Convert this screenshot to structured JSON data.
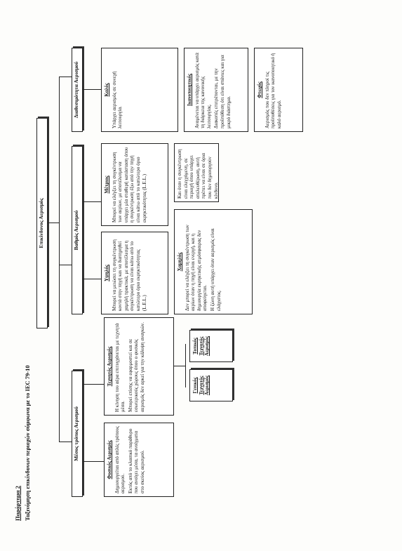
{
  "annex_label": "Παράρτημα 2",
  "document_title": "Ταξινόμηση επικίνδυνων περιοχών σύμφωνα με το IEC 79-10",
  "root": {
    "label": "Επικίνδυνος Αερισμός"
  },
  "columns": [
    {
      "header": "Μέσος τρόπος Αερισμού",
      "boxes": [
        {
          "title": "Φυσικός Αερισμός",
          "lines": [
            "Δημιουργείται από απλές τρόπους αερισμού.",
            "Εκτός από το κλασικό παράθυρο που ανοίγει μέσα, τα ανοίγματα στο σκεύος αερισμού."
          ]
        },
        {
          "title": "Τεχνητός Αερισμός",
          "lines": [
            "Η κίνηση του αέρα επιτυγχάνεται με τεχνητά μέσα.",
            "Μπορεί επίσης να εφαρμοστεί και σε εσωτερικούς χώρους όπου ο φυσικός αερισμός δεν αρκεί για την κάλυψη αναγκών."
          ]
        },
        {
          "title": "Γενικός Τεχνητός Αερισμός",
          "lines": []
        },
        {
          "title": "Τοπικός Τεχνητός Αερισμός",
          "lines": []
        }
      ]
    },
    {
      "header": "Βαθμός Αερισμού",
      "boxes": [
        {
          "title": "Υψηλός",
          "lines": [
            "Μπορεί να μειώσει τη συγκέντρωση κοντά στην πηγή και να διατηρηθεί χαμηλή πρακτικά, με αποτέλεσμα η συγκέντρωση να είναι κάτω από το κατώτερο όριο εκρηκτικότητας (L.E.L.)"
          ]
        },
        {
          "title": "Μέτριος",
          "lines": [
            "Μπορεί να ελέγξει τη συγκέντρωση των αερίων, με αποτέλεσμα να υπάρχει μία σταθερή κατάσταση όπου η συγκέντρωση έξω από την πηγή είναι κάτω από το κατώτερο όριο εκρηκτικότητας (L.E.L.)"
          ]
        },
        {
          "title": "",
          "lines": [
            "Και όταν η συγκέντρωση είναι ελεγχόμενη, σε περιοχή όπου υπάρχει απελευθέρωση, αυτή πρέπει να είναι σε όρια που δεν δημιουργούν κίνδυνο."
          ]
        },
        {
          "title": "Χαμηλός",
          "lines": [
            "Δεν μπορεί να ελέγξει τη συγκέντρωση των αερίων όταν η πηγή είναι ενεργή, και η δημιουργία εκρηκτικής ατμόσφαιρας δεν αποφεύγεται.",
            "Η ζώνη αυτή υπάρχει όταν αερισμός είναι ελάχιστος."
          ]
        }
      ]
    },
    {
      "header": "Διαθεσιμότητα Αερισμού",
      "boxes": [
        {
          "title": "Καλός",
          "lines": [
            "Υπάρχει αερισμός σε συνεχή λειτουργία."
          ]
        },
        {
          "title": "Ικανοποιητικός",
          "lines": [
            "Αναμένεται να υπάρχει αερισμός κατά τη διάρκεια της κανονικής λειτουργίας.",
            "Διακοπές επιτρέπονται, με την προϋπόθεση ότι είναι σπάνιες και για μικρό διάστημα."
          ]
        },
        {
          "title": "Φτωχός",
          "lines": [
            "Αερισμός που δεν πληροί τις προϋποθέσεις για τον ικανοποιητικό ή καλό αερισμό."
          ]
        }
      ]
    }
  ]
}
